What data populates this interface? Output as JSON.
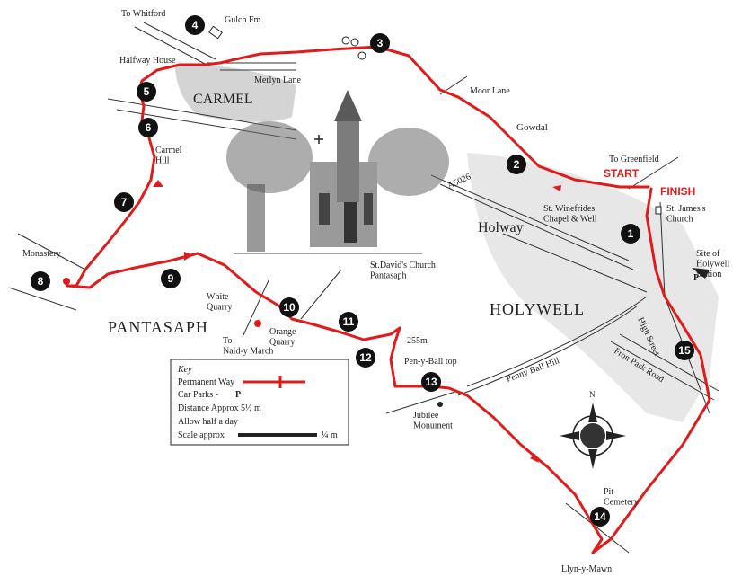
{
  "places": {
    "to_whitford": "To Whitford",
    "gulch_fm": "Gulch Fm",
    "halfway_house": "Halfway House",
    "merlyn_lane": "Merlyn Lane",
    "carmel": "CARMEL",
    "moor_lane": "Moor Lane",
    "gowdal": "Gowdal",
    "to_greenfield": "To Greenfield",
    "carmel_hill": "Carmel\nHill",
    "a5026": "A5026",
    "holway": "Holway",
    "st_winefrides": "St. Winefrides\nChapel & Well",
    "st_james": "St. James's\nChurch",
    "monastery": "Monastery",
    "site_station": "Site of\nHolywell\nStation",
    "white_quarry": "White\nQuarry",
    "holywell": "HOLYWELL",
    "pantasaph": "PANTASAPH",
    "to_naid": "To\nNaid-y March",
    "orange_quarry": "Orange\nQuarry",
    "height_255": "255m",
    "pen_y_ball_top": "Pen-y-Ball top",
    "high_street": "High Street",
    "pen_y_ball_hill": "Penny Ball Hill",
    "fron_park_road": "Fron Park Road",
    "jubilee_monument": "Jubilee\nMonument",
    "pit_cemetery": "Pit\nCemetery",
    "llyn_y_mawn": "Llyn-y-Mawn",
    "church_caption": "St.David's Church\nPantasaph"
  },
  "route_labels": {
    "start": "START",
    "finish": "FINISH"
  },
  "waypoints": [
    "1",
    "2",
    "3",
    "4",
    "5",
    "6",
    "7",
    "8",
    "9",
    "10",
    "11",
    "12",
    "13",
    "14",
    "15"
  ],
  "key": {
    "title": "Key",
    "permanent_way": "Permanent Way",
    "car_parks": "Car Parks -",
    "car_park_symbol": "P",
    "distance": "Distance Approx 5½ m",
    "allow": "Allow half a day",
    "scale": "Scale approx",
    "scale_value": "¼ m"
  },
  "compass": {
    "north": "N"
  },
  "colors": {
    "route": "#e01b1b",
    "waypoint": "#111111",
    "shade": "#d4d4d4"
  }
}
